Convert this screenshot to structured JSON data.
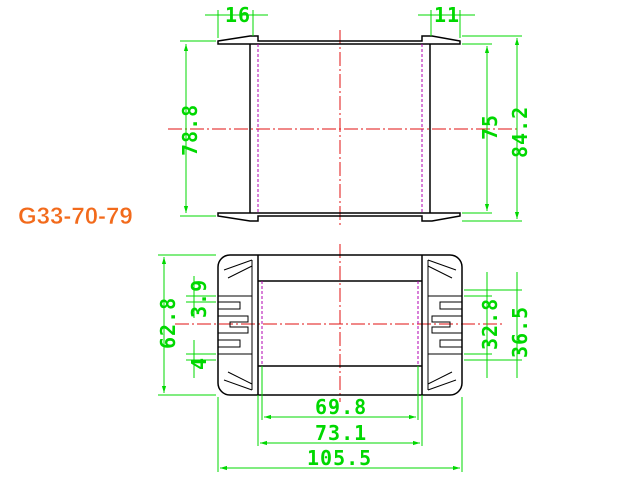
{
  "part_label": "G33-70-79",
  "colors": {
    "outline": "#000000",
    "dimension": "#00d800",
    "centerline": "#e01010",
    "hidden_line": "#b000b0",
    "label": "#f26a1b"
  },
  "top_view": {
    "dims": {
      "flange_left": "16",
      "flange_right": "11",
      "height_inner": "78.8",
      "height_right_inner": "75",
      "height_overall": "84.2"
    }
  },
  "bottom_view": {
    "dims": {
      "height_overall": "62.8",
      "slot_gap": "3.9",
      "slot_width": "4",
      "window_inner": "32.8",
      "window_outer": "36.5",
      "width_inner": "69.8",
      "width_mid": "73.1",
      "width_overall": "105.5"
    }
  }
}
